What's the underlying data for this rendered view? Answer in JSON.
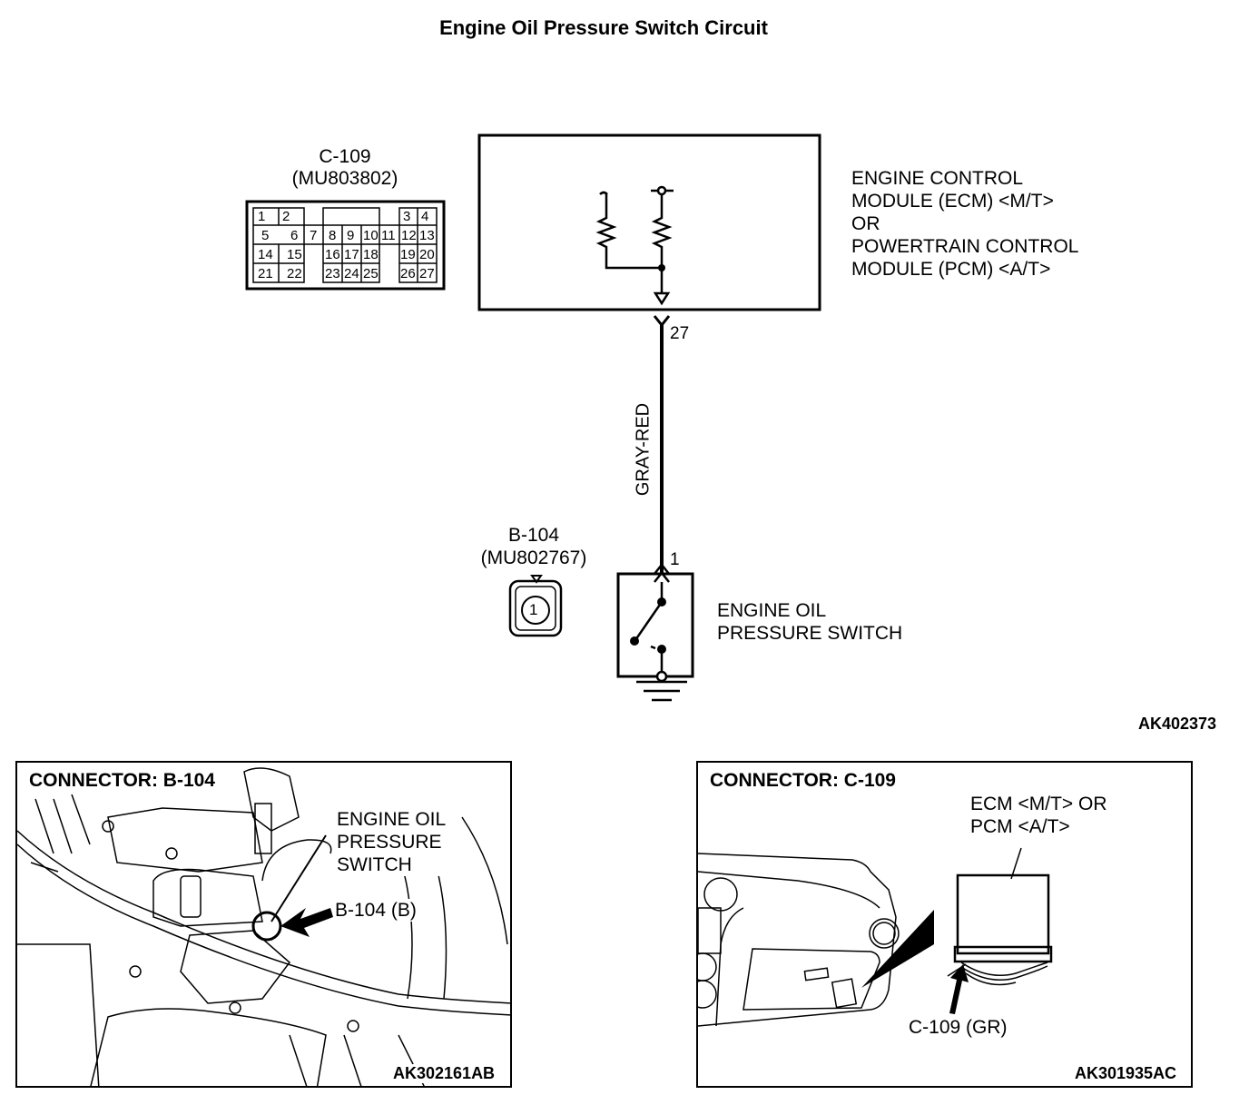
{
  "title": "Engine Oil Pressure Switch Circuit",
  "connector_c109": {
    "name": "C-109",
    "part_number": "(MU803802)",
    "pins": [
      "1",
      "2",
      "3",
      "4",
      "5",
      "6",
      "7",
      "8",
      "9",
      "10",
      "11",
      "12",
      "13",
      "14",
      "15",
      "16",
      "17",
      "18",
      "19",
      "20",
      "21",
      "22",
      "23",
      "24",
      "25",
      "26",
      "27"
    ]
  },
  "ecm": {
    "label_lines": [
      "ENGINE CONTROL",
      "MODULE (ECM) <M/T>",
      "OR",
      "POWERTRAIN CONTROL",
      "MODULE (PCM) <A/T>"
    ],
    "terminal": "27"
  },
  "wire": {
    "color_label": "GRAY-RED"
  },
  "connector_b104": {
    "name": "B-104",
    "part_number": "(MU802767)",
    "pin": "1"
  },
  "switch": {
    "label_lines": [
      "ENGINE OIL",
      "PRESSURE SWITCH"
    ],
    "terminal": "1"
  },
  "figure_id_main": "AK402373",
  "panel_b104": {
    "heading": "CONNECTOR: B-104",
    "callout_lines": [
      "ENGINE OIL",
      "PRESSURE",
      "SWITCH"
    ],
    "location_label": "B-104 (B)",
    "figure_id": "AK302161AB"
  },
  "panel_c109": {
    "heading": "CONNECTOR: C-109",
    "callout_lines": [
      "ECM <M/T> OR",
      "PCM <A/T>"
    ],
    "location_label": "C-109 (GR)",
    "figure_id": "AK301935AC"
  }
}
